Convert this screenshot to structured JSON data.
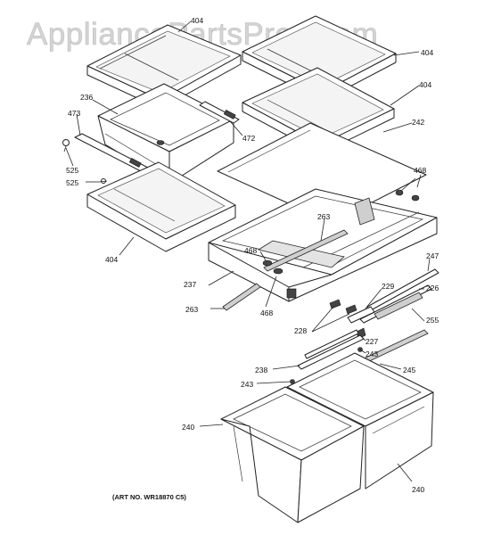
{
  "watermark": "AppliancePartsPros.com",
  "art_number": "(ART NO. WR18870 C5)",
  "callouts": [
    {
      "id": "c404a",
      "text": "404"
    },
    {
      "id": "c404b",
      "text": "404"
    },
    {
      "id": "c404c",
      "text": "404"
    },
    {
      "id": "c404d",
      "text": "404"
    },
    {
      "id": "c236",
      "text": "236"
    },
    {
      "id": "c473",
      "text": "473"
    },
    {
      "id": "c472",
      "text": "472"
    },
    {
      "id": "c242",
      "text": "242"
    },
    {
      "id": "c468a",
      "text": "468"
    },
    {
      "id": "c468b",
      "text": "468"
    },
    {
      "id": "c468c",
      "text": "468"
    },
    {
      "id": "c525a",
      "text": "525"
    },
    {
      "id": "c525b",
      "text": "525"
    },
    {
      "id": "c263a",
      "text": "263"
    },
    {
      "id": "c263b",
      "text": "263"
    },
    {
      "id": "c237",
      "text": "237"
    },
    {
      "id": "c247",
      "text": "247"
    },
    {
      "id": "c229",
      "text": "229"
    },
    {
      "id": "c226",
      "text": "226"
    },
    {
      "id": "c228",
      "text": "228"
    },
    {
      "id": "c255",
      "text": "255"
    },
    {
      "id": "c227",
      "text": "227"
    },
    {
      "id": "c243a",
      "text": "243"
    },
    {
      "id": "c243b",
      "text": "243"
    },
    {
      "id": "c238",
      "text": "238"
    },
    {
      "id": "c245",
      "text": "245"
    },
    {
      "id": "c240a",
      "text": "240"
    },
    {
      "id": "c240b",
      "text": "240"
    }
  ]
}
